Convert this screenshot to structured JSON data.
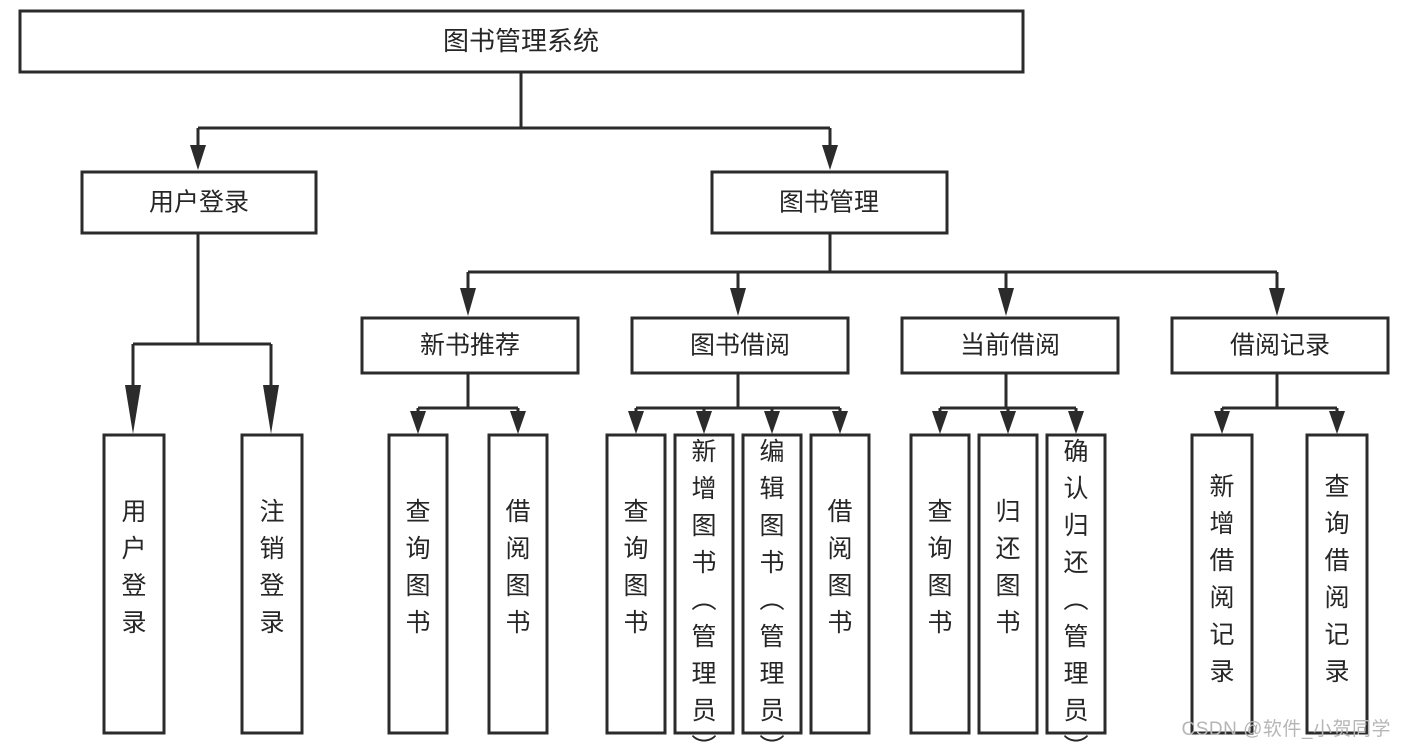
{
  "diagram": {
    "title": "图书管理系统",
    "type": "tree-hierarchy-diagram",
    "colors": {
      "stroke": "#2b2b2b",
      "text": "#262626",
      "background": "#ffffff",
      "watermark": "#b6b6b6"
    },
    "root": {
      "label": "图书管理系统"
    },
    "level2": [
      {
        "label": "用户登录"
      },
      {
        "label": "图书管理"
      }
    ],
    "level3": [
      {
        "label": "新书推荐"
      },
      {
        "label": "图书借阅"
      },
      {
        "label": "当前借阅"
      },
      {
        "label": "借阅记录"
      }
    ],
    "leaves": {
      "user_login": [
        {
          "label": "用户登录"
        },
        {
          "label": "注销登录"
        }
      ],
      "new_book_recommend": [
        {
          "label": "查询图书"
        },
        {
          "label": "借阅图书"
        }
      ],
      "book_borrow": [
        {
          "label": "查询图书"
        },
        {
          "label": "新增图书（管理员）"
        },
        {
          "label": "编辑图书（管理员）"
        },
        {
          "label": "借阅图书"
        }
      ],
      "current_borrow": [
        {
          "label": "查询图书"
        },
        {
          "label": "归还图书"
        },
        {
          "label": "确认归还（管理员）"
        }
      ],
      "borrow_record": [
        {
          "label": "新增借阅记录"
        },
        {
          "label": "查询借阅记录"
        }
      ]
    }
  },
  "watermark": {
    "text": "CSDN @软件_小贺同学"
  }
}
